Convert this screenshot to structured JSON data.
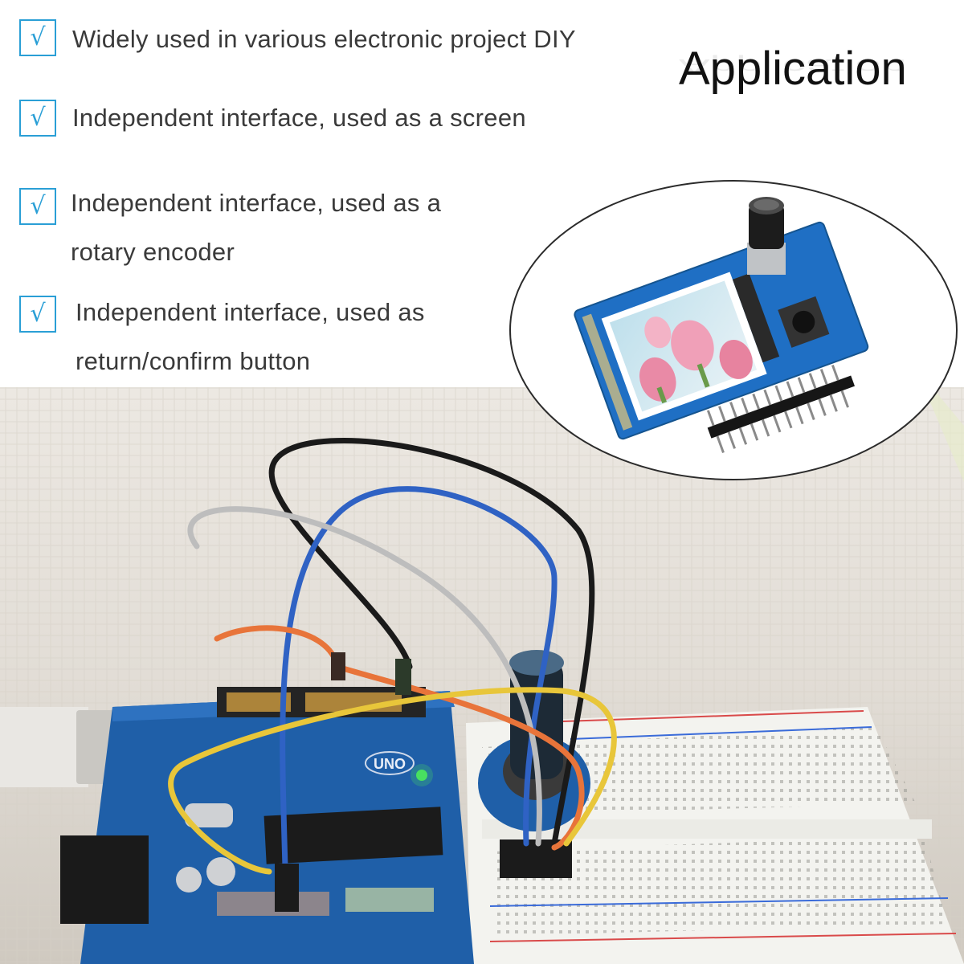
{
  "features": [
    {
      "check": "√",
      "lines": [
        "Widely used in various electronic project DIY"
      ]
    },
    {
      "check": "√",
      "lines": [
        "Independent interface, used as a screen"
      ]
    },
    {
      "check": "√",
      "lines": [
        "Independent interface, used as a",
        "rotary encoder"
      ]
    },
    {
      "check": "√",
      "lines": [
        "Independent interface, used as",
        "return/confirm button"
      ]
    }
  ],
  "title": "Application",
  "photo": {
    "board_label": "UNO",
    "colors": {
      "board": "#1f5fa8",
      "breadboard": "#f2f2ee",
      "wire_black": "#1a1a1a",
      "wire_blue": "#2f62c4",
      "wire_gray": "#b8b8b8",
      "wire_orange": "#e8743a",
      "wire_yellow": "#e8c63a"
    }
  }
}
